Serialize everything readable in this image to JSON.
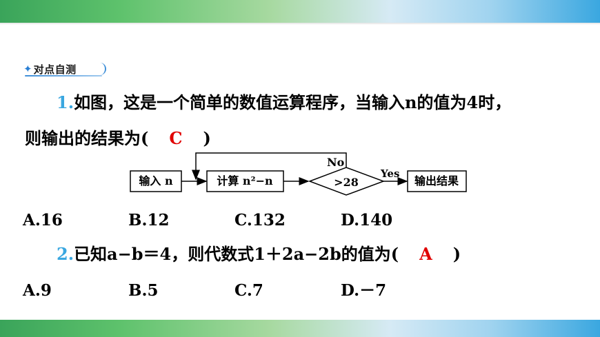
{
  "section": {
    "title": "对点自测"
  },
  "q1": {
    "number": "1.",
    "line1": "如图，这是一个简单的数值运算程序，当输入n的值为4时，",
    "line2_prefix": "则输出的结果为(",
    "answer": "C",
    "line2_suffix": ")",
    "options": [
      "A.16",
      "B.12",
      "C.132",
      "D.140"
    ]
  },
  "flowchart": {
    "input": "输入 n",
    "compute": "计算 n²−n",
    "condition": ">28",
    "no_label": "No",
    "yes_label": "Yes",
    "output": "输出结果"
  },
  "q2": {
    "number": "2.",
    "text": "已知a−b＝4，则代数式1＋2a−2b的值为(",
    "answer": "A",
    "suffix": ")",
    "options": [
      "A.9",
      "B.5",
      "C.7",
      "D.－7"
    ]
  },
  "colors": {
    "accent_blue": "#3aa7e0",
    "answer_red": "#e00000",
    "bar_green": "#3aa45a"
  }
}
